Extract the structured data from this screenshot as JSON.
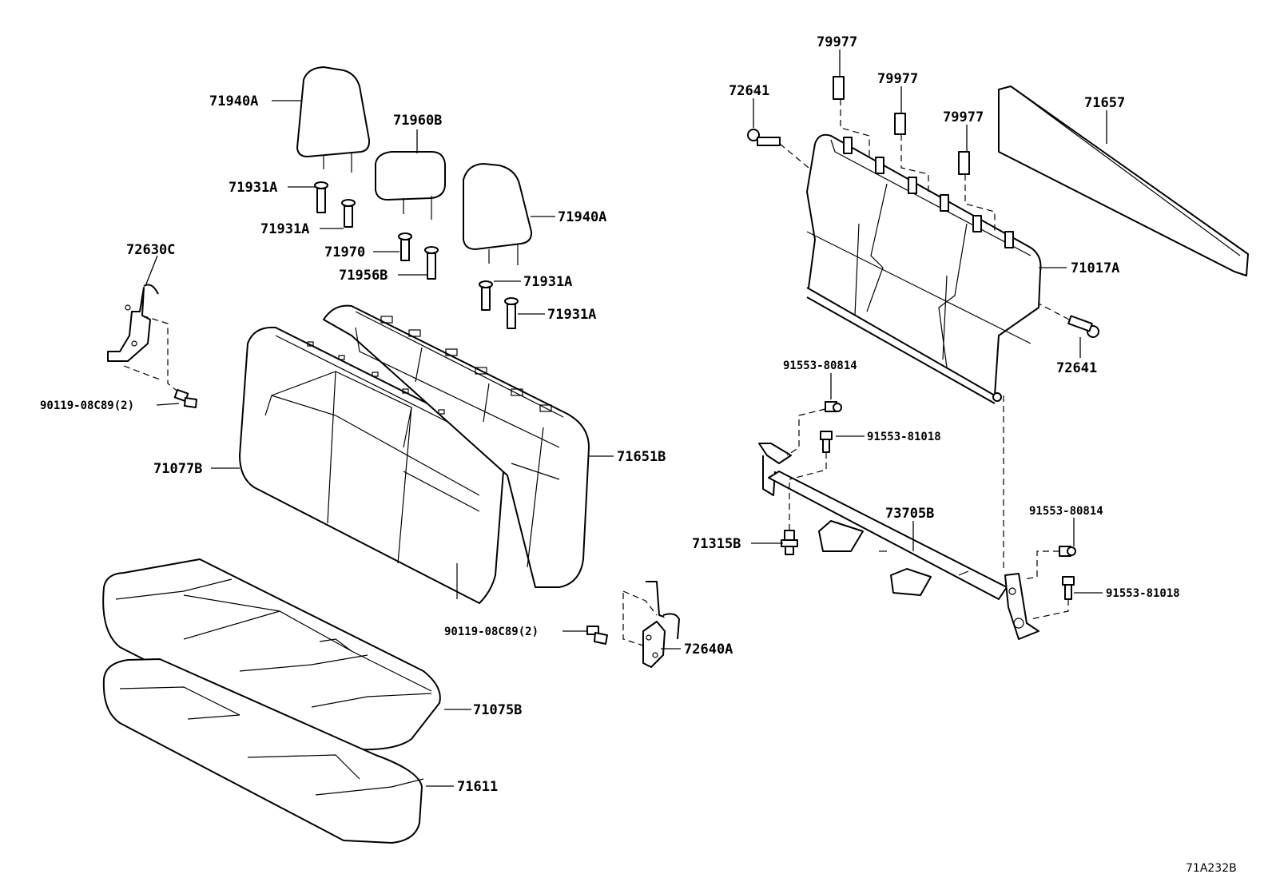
{
  "diagram_code": "71A232B",
  "labels": {
    "p71940A_a": "71940A",
    "p71960B": "71960B",
    "p71931A_a": "71931A",
    "p71931A_b": "71931A",
    "p71940A_b": "71940A",
    "p71970": "71970",
    "p71956B": "71956B",
    "p71931A_c": "71931A",
    "p71931A_d": "71931A",
    "p72630C": "72630C",
    "p90119_a": "90119-08C89(2)",
    "p71077B": "71077B",
    "p71651B": "71651B",
    "p90119_b": "90119-08C89(2)",
    "p72640A": "72640A",
    "p71075B": "71075B",
    "p71611": "71611",
    "p79977_a": "79977",
    "p79977_b": "79977",
    "p79977_c": "79977",
    "p72641_a": "72641",
    "p71657": "71657",
    "p71017A": "71017A",
    "p72641_b": "72641",
    "p91553_80814_a": "91553-80814",
    "p91553_81018_a": "91553-81018",
    "p73705B": "73705B",
    "p71315B": "71315B",
    "p91553_80814_b": "91553-80814",
    "p91553_81018_b": "91553-81018"
  }
}
